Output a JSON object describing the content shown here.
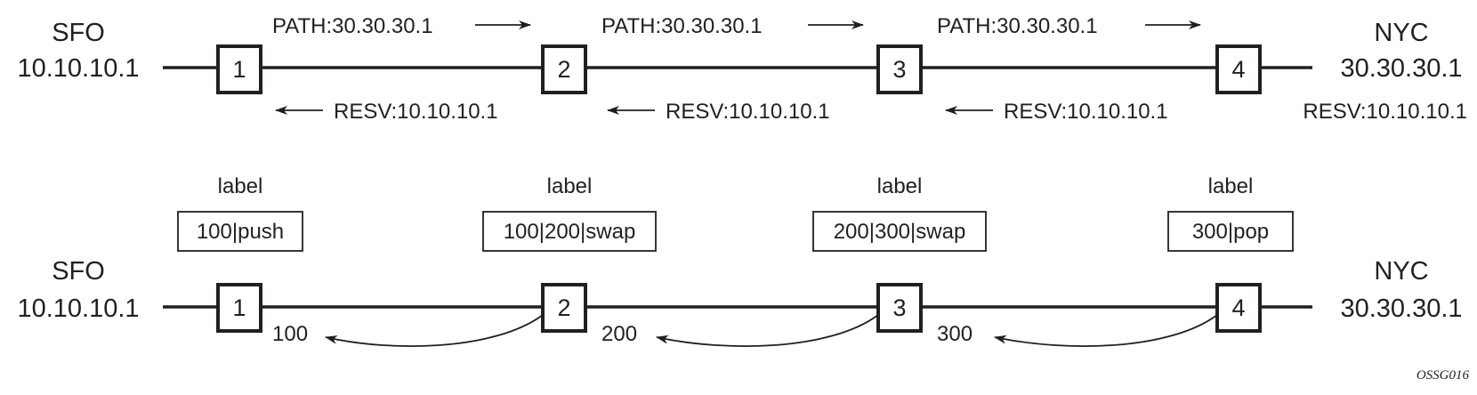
{
  "top": {
    "left_end": {
      "name": "SFO",
      "ip": "10.10.10.1"
    },
    "right_end": {
      "name": "NYC",
      "ip": "30.30.30.1"
    },
    "nodes": [
      "1",
      "2",
      "3",
      "4"
    ],
    "path_msgs": [
      "PATH:30.30.30.1",
      "PATH:30.30.30.1",
      "PATH:30.30.30.1"
    ],
    "resv_msgs": [
      "RESV:10.10.10.1",
      "RESV:10.10.10.1",
      "RESV:10.10.10.1",
      "RESV:10.10.10.1"
    ]
  },
  "bottom": {
    "left_end": {
      "name": "SFO",
      "ip": "10.10.10.1"
    },
    "right_end": {
      "name": "NYC",
      "ip": "30.30.30.1"
    },
    "nodes": [
      "1",
      "2",
      "3",
      "4"
    ],
    "label_titles": [
      "label",
      "label",
      "label",
      "label"
    ],
    "label_values": [
      "100|push",
      "100|200|swap",
      "200|300|swap",
      "300|pop"
    ],
    "edge_labels": [
      "100",
      "200",
      "300"
    ]
  },
  "figure_id": "OSSG016"
}
